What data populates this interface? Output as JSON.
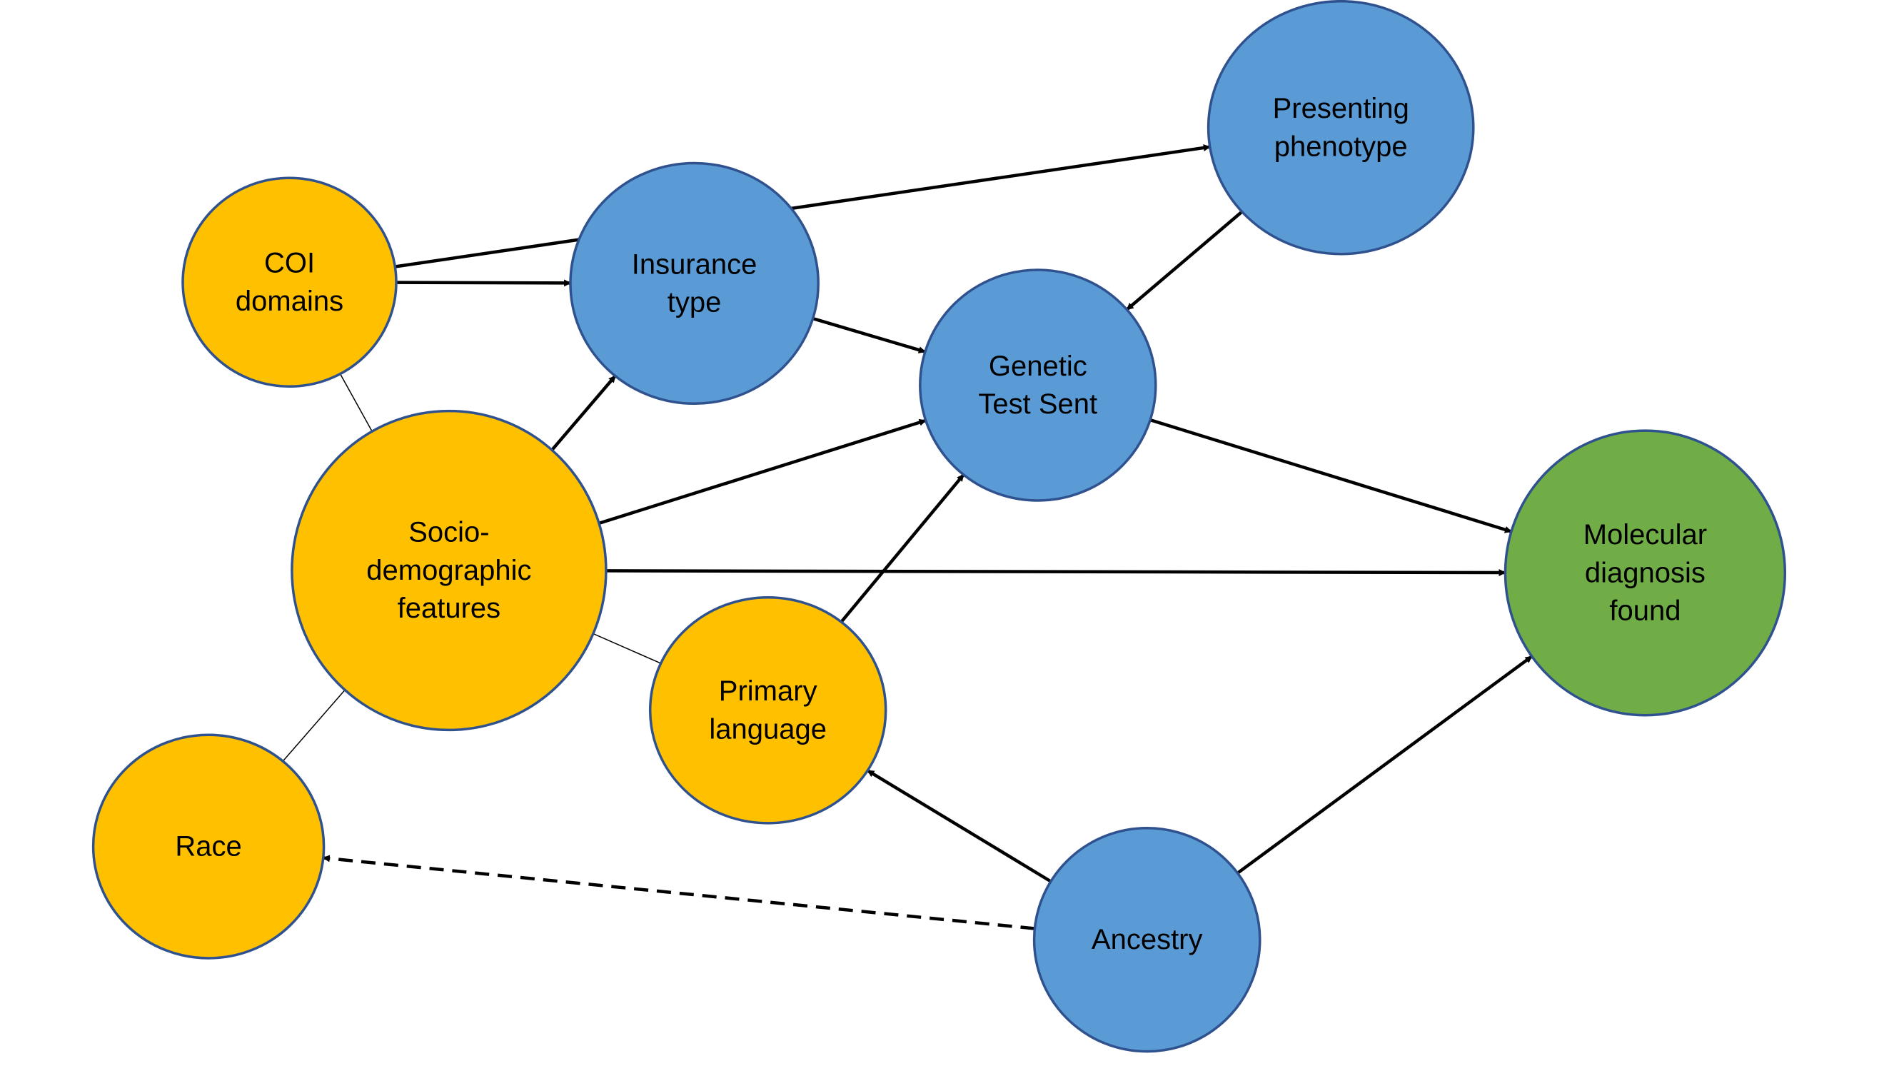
{
  "colors": {
    "orange": "#ffc000",
    "blue": "#5b9bd5",
    "green": "#70ad47",
    "outline": "#2f528f",
    "edge": "#000000"
  },
  "nodes": {
    "coi": {
      "lines": [
        "COI",
        "domains"
      ],
      "color": "orange"
    },
    "insurance": {
      "lines": [
        "Insurance",
        "type"
      ],
      "color": "blue"
    },
    "presenting": {
      "lines": [
        "Presenting",
        "phenotype"
      ],
      "color": "blue"
    },
    "genetic": {
      "lines": [
        "Genetic",
        "Test Sent"
      ],
      "color": "blue"
    },
    "socio": {
      "lines": [
        "Socio-",
        "demographic",
        "features"
      ],
      "color": "orange"
    },
    "molecular": {
      "lines": [
        "Molecular",
        "diagnosis",
        "found"
      ],
      "color": "green"
    },
    "primary": {
      "lines": [
        "Primary",
        "language"
      ],
      "color": "orange"
    },
    "race": {
      "lines": [
        "Race"
      ],
      "color": "orange"
    },
    "ancestry": {
      "lines": [
        "Ancestry"
      ],
      "color": "blue"
    }
  },
  "edges": [
    {
      "from": "coi",
      "to": "presenting",
      "style": "solid"
    },
    {
      "from": "coi",
      "to": "insurance",
      "style": "solid"
    },
    {
      "from": "presenting",
      "to": "genetic",
      "style": "solid"
    },
    {
      "from": "insurance",
      "to": "genetic",
      "style": "solid"
    },
    {
      "from": "socio",
      "to": "insurance",
      "style": "solid"
    },
    {
      "from": "socio",
      "to": "genetic",
      "style": "solid"
    },
    {
      "from": "socio",
      "to": "molecular",
      "style": "solid"
    },
    {
      "from": "genetic",
      "to": "molecular",
      "style": "solid"
    },
    {
      "from": "primary",
      "to": "genetic",
      "style": "solid"
    },
    {
      "from": "ancestry",
      "to": "primary",
      "style": "solid"
    },
    {
      "from": "ancestry",
      "to": "molecular",
      "style": "solid"
    },
    {
      "from": "ancestry",
      "to": "race",
      "style": "dashed"
    },
    {
      "from": "coi",
      "to": "socio",
      "style": "thin"
    },
    {
      "from": "socio",
      "to": "primary",
      "style": "thin"
    },
    {
      "from": "socio",
      "to": "race",
      "style": "thin"
    }
  ]
}
